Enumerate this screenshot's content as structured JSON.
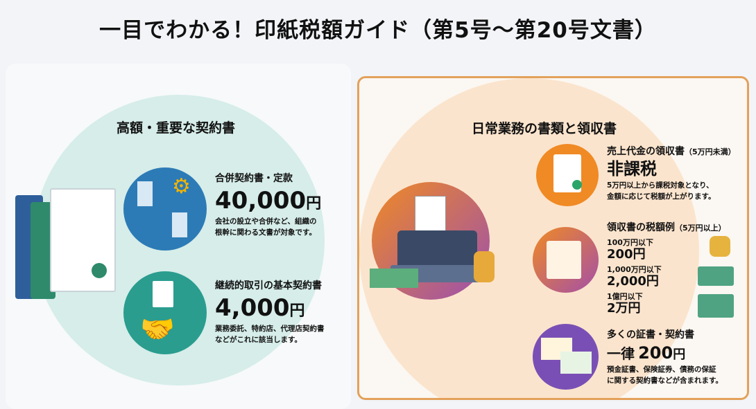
{
  "title": "一目でわかる！印紙税額ガイド（第5号〜第20号文書）",
  "left": {
    "heading": "高額・重要な契約書",
    "items": [
      {
        "name": "合併契約書・定款",
        "amount": "40,000",
        "unit": "円",
        "desc1": "会社の設立や合併など、組織の",
        "desc2": "根幹に関わる文書が対象です。"
      },
      {
        "name": "継続的取引の基本契約書",
        "amount": "4,000",
        "unit": "円",
        "desc1": "業務委託、特約店、代理店契約書",
        "desc2": "などがこれに該当します。"
      }
    ]
  },
  "right": {
    "heading": "日常業務の書類と領収書",
    "receipt": {
      "name": "売上代金の領収書",
      "note": "（5万円未満）",
      "amount": "非課税",
      "desc1": "5万円以上から課税対象となり、",
      "desc2": "金額に応じて税額が上がります。"
    },
    "examples": {
      "name": "領収書の税額例",
      "note": "（5万円以上）",
      "rows": [
        {
          "range": "100万円以下",
          "tax": "200円"
        },
        {
          "range": "1,000万円以下",
          "tax": "2,000円"
        },
        {
          "range": "1億円以下",
          "tax": "2万円"
        }
      ]
    },
    "certs": {
      "name": "多くの証書・契約書",
      "prefix": "一律",
      "amount": "200",
      "unit": "円",
      "desc1": "預金証書、保険証券、債務の保証",
      "desc2": "に関する契約書などが含まれます。"
    }
  },
  "colors": {
    "teal": "#d5ece8",
    "peach": "#fbe3cc",
    "orange": "#e3a15a",
    "blue": "#2c7bb6"
  }
}
